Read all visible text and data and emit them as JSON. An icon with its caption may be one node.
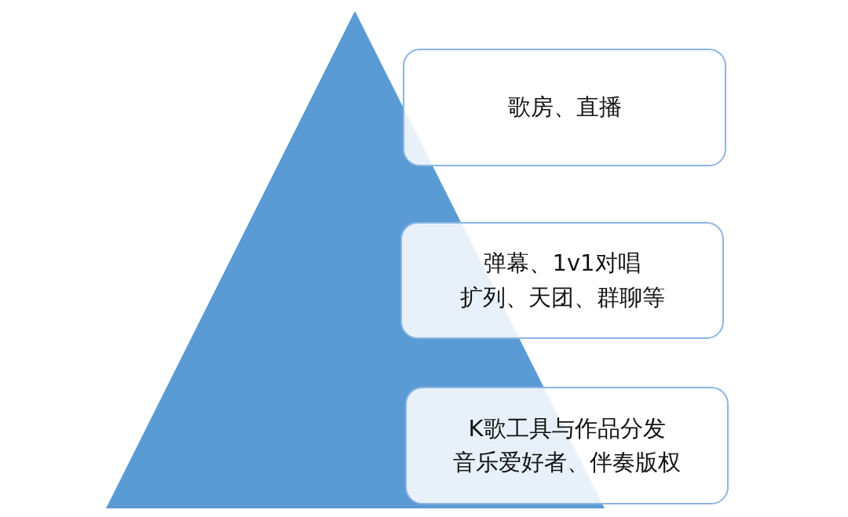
{
  "diagram": {
    "nodes": [
      {
        "text": [
          "歌房、直播"
        ]
      },
      {
        "text": [
          "弹幕、1v1对唱",
          "扩列、天团、群聊等"
        ]
      },
      {
        "text": [
          "K歌工具与作品分发",
          "音乐爱好者、伴奏版权"
        ]
      }
    ]
  }
}
